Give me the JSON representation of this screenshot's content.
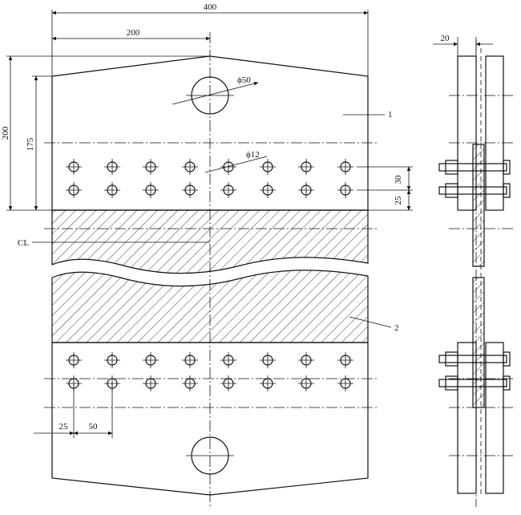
{
  "dimensions": {
    "overall_width": "400",
    "half_width": "200",
    "total_height": "200",
    "hole_row_height": "175",
    "row_spacing": "30",
    "edge_distance": "25",
    "hole_large_dia": "ϕ50",
    "hole_small_dia": "ϕ12",
    "side_thickness": "20",
    "first_hole_offset": "25",
    "hole_pitch": "50"
  },
  "labels": {
    "part_1": "1",
    "part_2": "2",
    "centerline": "CL"
  }
}
